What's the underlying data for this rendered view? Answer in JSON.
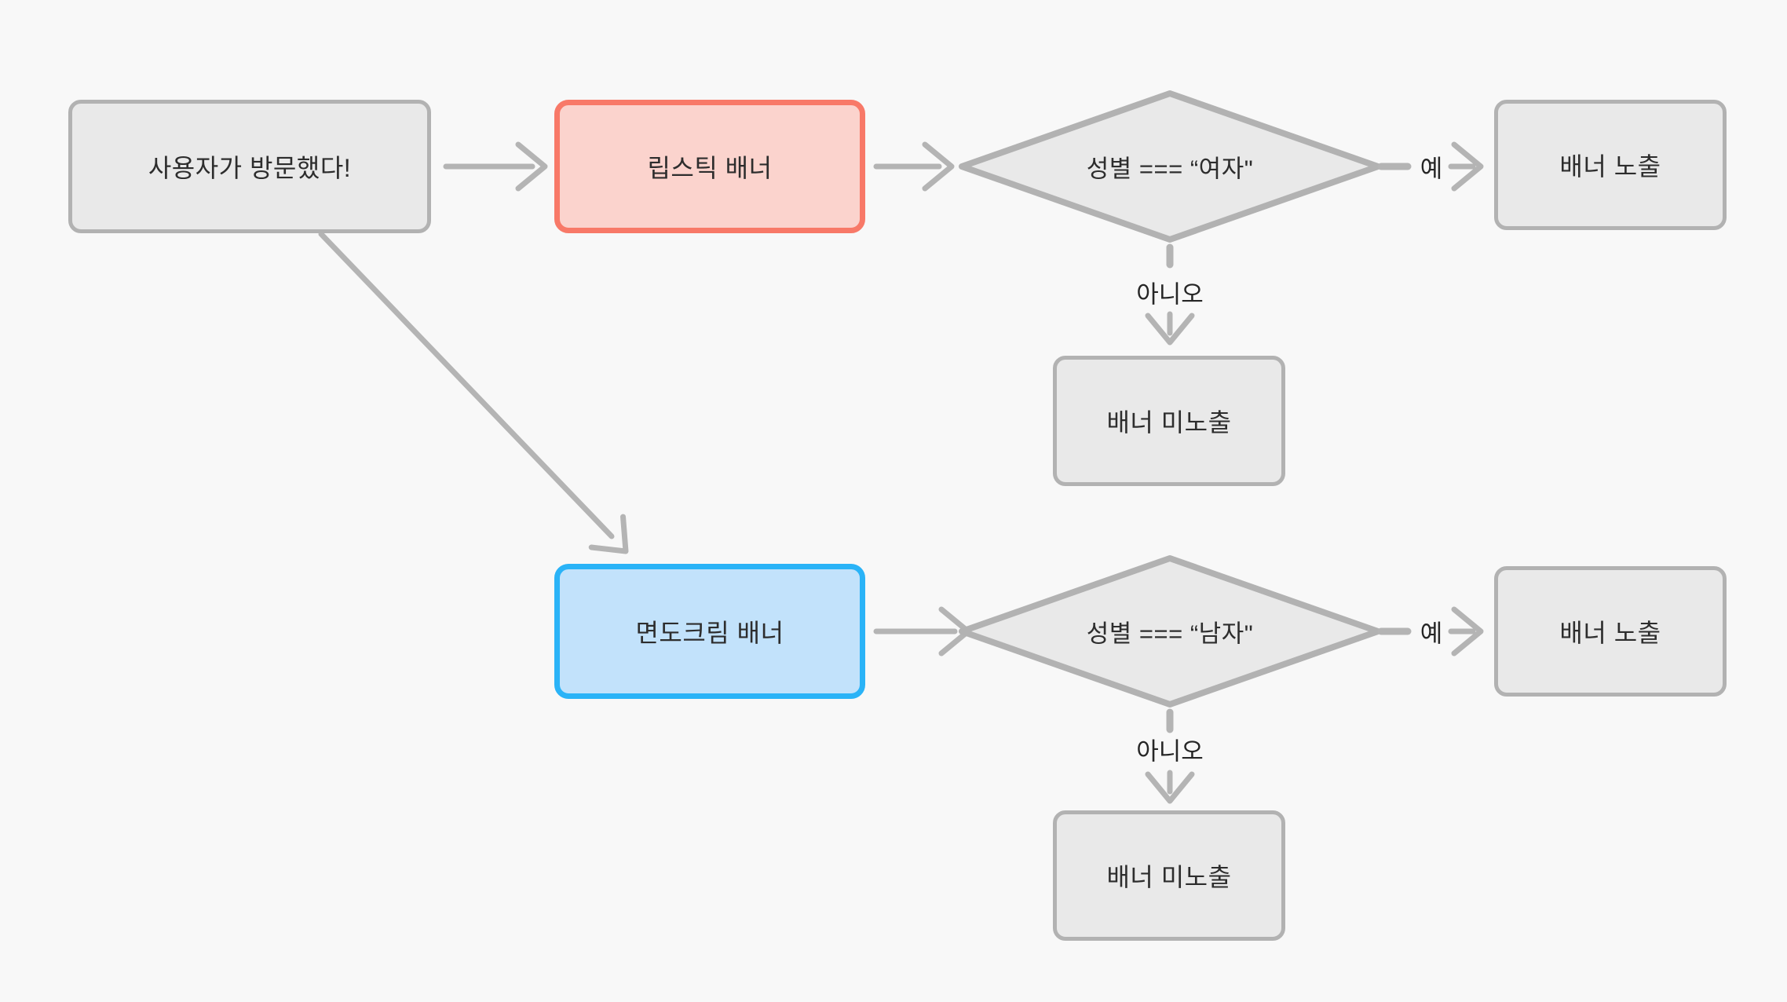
{
  "diagram": {
    "title": "banner-exposure-decision-flowchart",
    "colors": {
      "background": "#f8f8f8",
      "node_fill": "#e9e9e9",
      "node_border": "#b2b2b2",
      "lipstick_fill": "#fbd3cd",
      "lipstick_border": "#f87968",
      "shaving_fill": "#c2e2fb",
      "shaving_border": "#2ab3f7",
      "connector": "#b4b4b4",
      "text": "#2d2d2d"
    },
    "nodes": {
      "start": {
        "label": "사용자가 방문했다!",
        "type": "process"
      },
      "lipstick_banner": {
        "label": "립스틱 배너",
        "type": "process",
        "accent": "red"
      },
      "female_check": {
        "label": "성별 === “여자\"",
        "type": "decision"
      },
      "banner_shown_female": {
        "label": "배너 노출",
        "type": "process"
      },
      "banner_hidden_female": {
        "label": "배너 미노출",
        "type": "process"
      },
      "shaving_banner": {
        "label": "면도크림 배너",
        "type": "process",
        "accent": "blue"
      },
      "male_check": {
        "label": "성별 === “남자\"",
        "type": "decision"
      },
      "banner_shown_male": {
        "label": "배너 노출",
        "type": "process"
      },
      "banner_hidden_male": {
        "label": "배너 미노출",
        "type": "process"
      }
    },
    "edge_labels": {
      "yes": "예",
      "no": "아니오"
    },
    "edges": [
      {
        "from": "start",
        "to": "lipstick_banner"
      },
      {
        "from": "start",
        "to": "shaving_banner"
      },
      {
        "from": "lipstick_banner",
        "to": "female_check"
      },
      {
        "from": "female_check",
        "to": "banner_shown_female",
        "label": "예"
      },
      {
        "from": "female_check",
        "to": "banner_hidden_female",
        "label": "아니오"
      },
      {
        "from": "shaving_banner",
        "to": "male_check"
      },
      {
        "from": "male_check",
        "to": "banner_shown_male",
        "label": "예"
      },
      {
        "from": "male_check",
        "to": "banner_hidden_male",
        "label": "아니오"
      }
    ]
  }
}
